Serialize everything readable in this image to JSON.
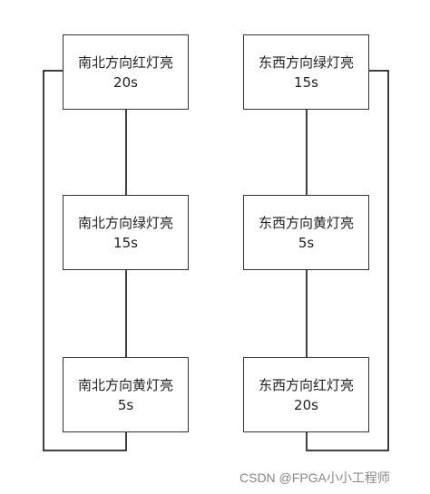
{
  "left_column": [
    {
      "state": "南北方向红灯亮",
      "duration": "20s"
    },
    {
      "state": "南北方向绿灯亮",
      "duration": "15s"
    },
    {
      "state": "南北方向黄灯亮",
      "duration": "5s"
    }
  ],
  "right_column": [
    {
      "state": "东西方向绿灯亮",
      "duration": "15s"
    },
    {
      "state": "东西方向黄灯亮",
      "duration": "5s"
    },
    {
      "state": "东西方向红灯亮",
      "duration": "20s"
    }
  ],
  "watermark": "CSDN @FPGA小小工程师",
  "colors": {
    "line": "#000000",
    "box_border": "#333333",
    "text": "#222222",
    "watermark": "#888888"
  }
}
